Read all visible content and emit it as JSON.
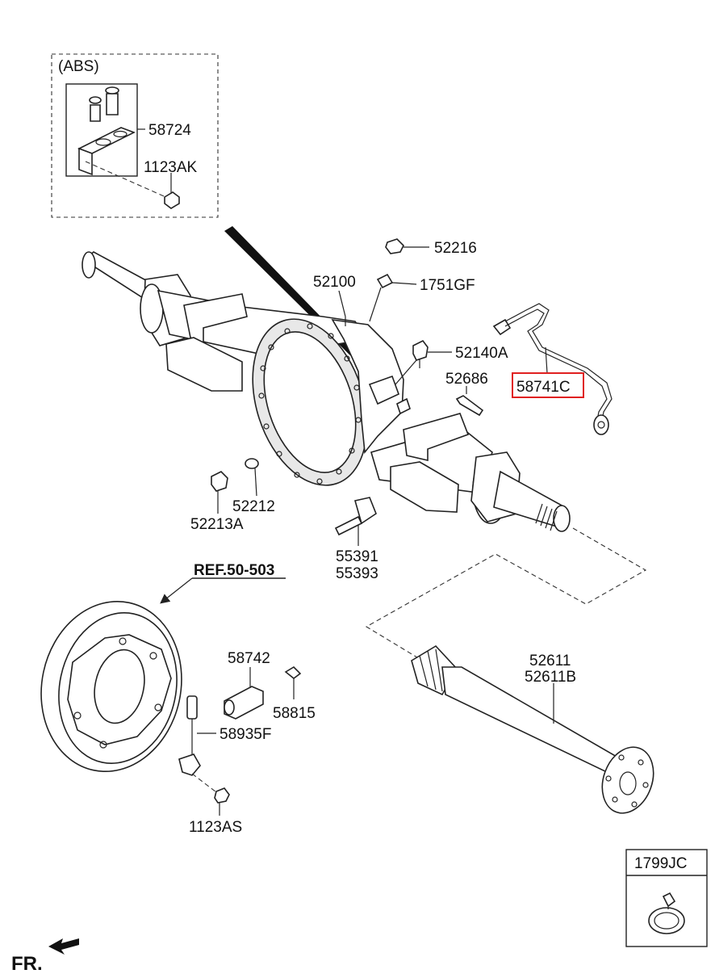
{
  "group_label": "(ABS)",
  "reference": "REF.50-503",
  "direction": "FR.",
  "highlight_color": "#e02020",
  "callouts": {
    "p58724": "58724",
    "p1123AK": "1123AK",
    "p52216": "52216",
    "p52100": "52100",
    "p1751GF": "1751GF",
    "p52140A": "52140A",
    "p52686": "52686",
    "p58741C": "58741C",
    "p52212": "52212",
    "p52213A": "52213A",
    "p55391": "55391",
    "p55393": "55393",
    "p58742": "58742",
    "p58815": "58815",
    "p58935F": "58935F",
    "p1123AS": "1123AS",
    "p52611": "52611",
    "p52611B": "52611B",
    "p1799JC": "1799JC"
  }
}
